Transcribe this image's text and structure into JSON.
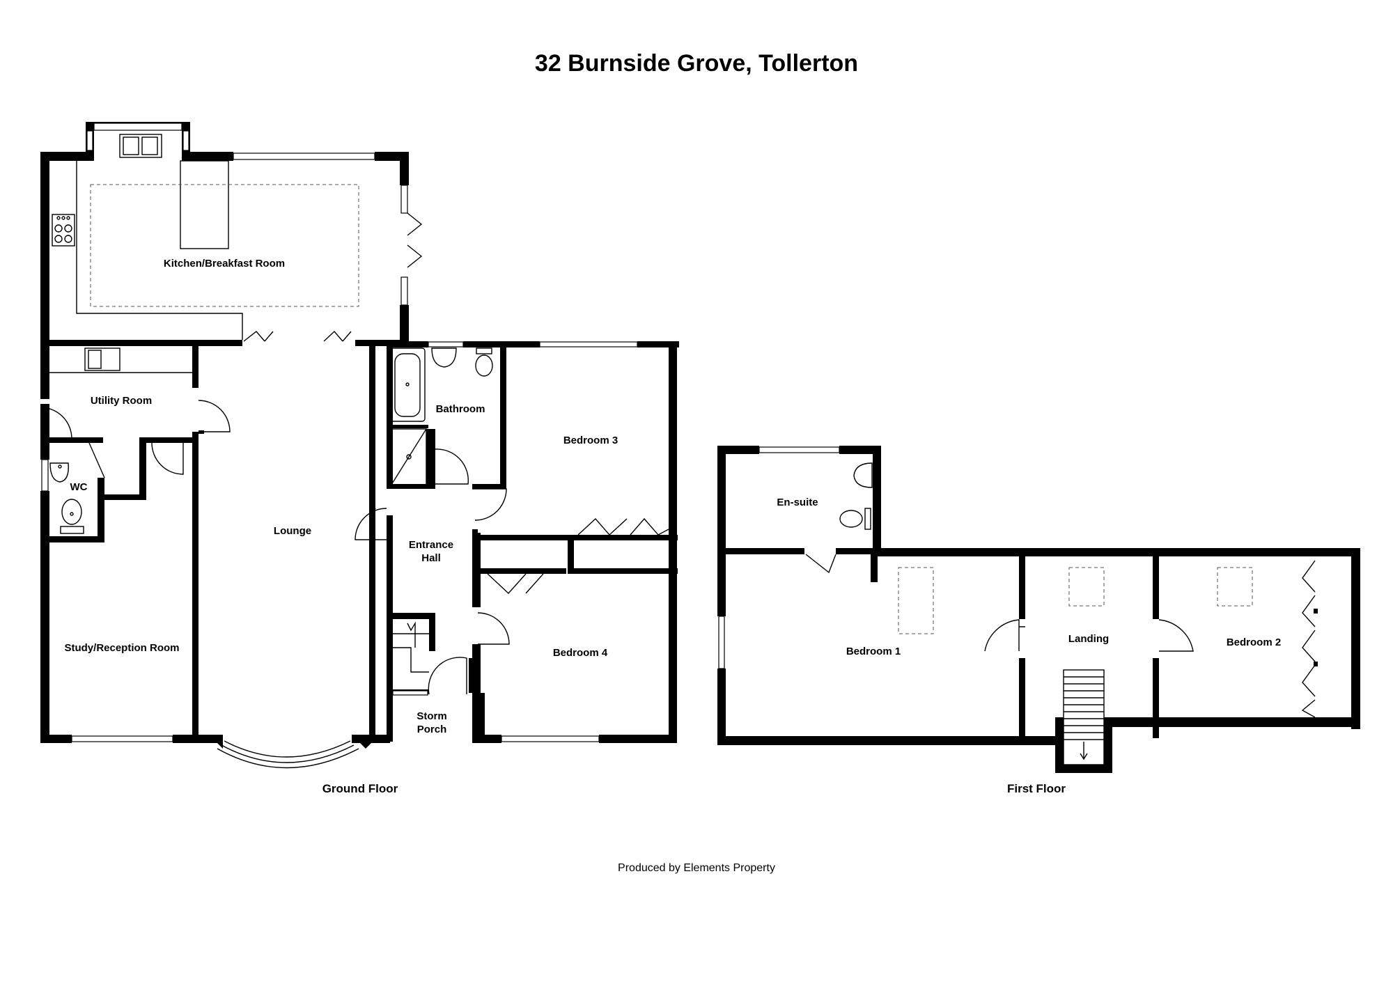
{
  "title": "32 Burnside Grove, Tollerton",
  "credit": "Produced by Elements Property",
  "floors": {
    "ground": {
      "label": "Ground Floor",
      "rooms": {
        "kitchen": "Kitchen/Breakfast Room",
        "utility": "Utility Room",
        "wc": "WC",
        "study": "Study/Reception Room",
        "lounge": "Lounge",
        "bathroom": "Bathroom",
        "entrance_line1": "Entrance",
        "entrance_line2": "Hall",
        "porch_line1": "Storm",
        "porch_line2": "Porch",
        "bedroom3": "Bedroom 3",
        "bedroom4": "Bedroom 4"
      }
    },
    "first": {
      "label": "First Floor",
      "rooms": {
        "ensuite": "En-suite",
        "bedroom1": "Bedroom 1",
        "landing": "Landing",
        "bedroom2": "Bedroom 2"
      }
    }
  },
  "icons": [
    "sink-icon",
    "hob-icon",
    "toilet-icon",
    "basin-icon",
    "bath-icon",
    "shower-icon",
    "stairs-icon",
    "door-swing-icon",
    "window-icon",
    "skylight-icon"
  ]
}
